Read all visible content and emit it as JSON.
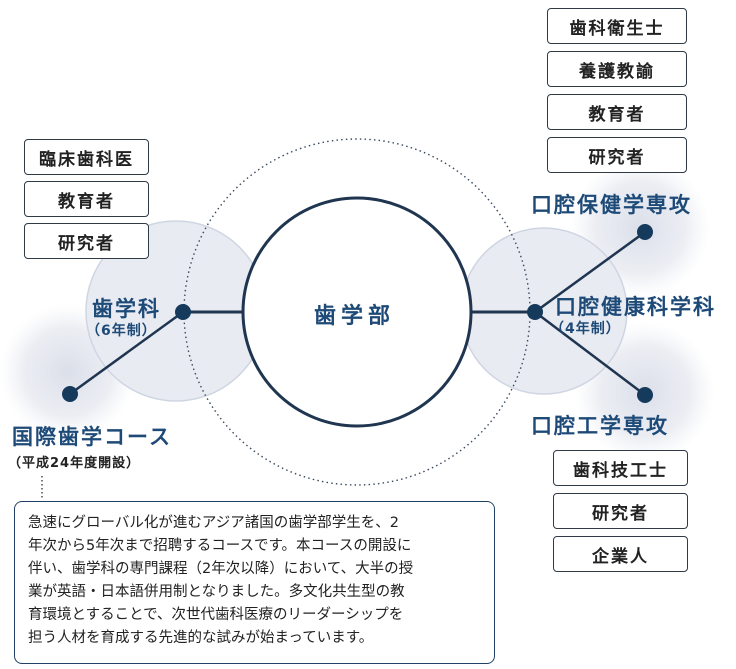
{
  "center": {
    "label": "歯学部"
  },
  "left": {
    "dept_name": "歯学科",
    "dept_years": "（6年制）",
    "careers": [
      "臨床歯科医",
      "教育者",
      "研究者"
    ],
    "course_name": "国際歯学コース",
    "course_note": "（平成24年度開設）"
  },
  "right": {
    "dept_name": "口腔健康科学科",
    "dept_years": "（4年制）",
    "major_upper": "口腔保健学専攻",
    "major_lower": "口腔工学専攻",
    "careers_upper": [
      "歯科衛生士",
      "養護教諭",
      "教育者",
      "研究者"
    ],
    "careers_lower": [
      "歯科技工士",
      "研究者",
      "企業人"
    ]
  },
  "description": {
    "lines": [
      "急速にグローバル化が進むアジア諸国の歯学部学生を、2",
      "年次から5年次まで招聘するコースです。本コースの開設に",
      "伴い、歯学科の専門課程（2年次以降）において、大半の授",
      "業が英語・日本語併用制となりました。多文化共生型の教",
      "育環境とすることで、次世代歯科医療のリーダーシップを",
      "担う人材を育成する先進的な試みが始まっています。"
    ]
  },
  "colors": {
    "accent": "#1e4a78",
    "node": "#163a5c",
    "halo": "#e4e7ef",
    "border": "#2f3a45"
  }
}
